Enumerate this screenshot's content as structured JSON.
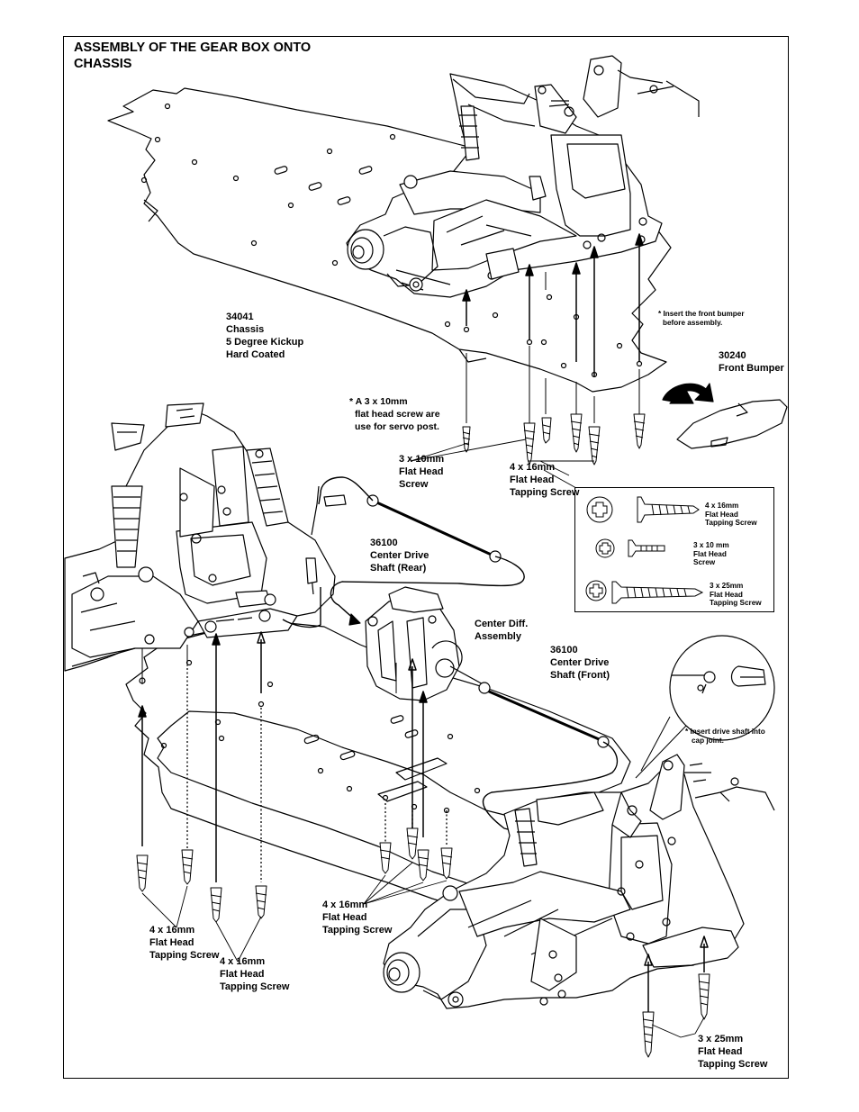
{
  "title": {
    "line1": "ASSEMBLY OF THE GEAR BOX ONTO",
    "line2": "CHASSIS"
  },
  "labels": {
    "chassis": {
      "part_no": "34041",
      "name": "Chassis",
      "spec1": "5 Degree Kickup",
      "spec2": "Hard Coated"
    },
    "front_bumper": {
      "part_no": "30240",
      "name": "Front Bumper"
    },
    "front_bumper_note": {
      "line1": "* Insert the front bumper",
      "line2": "before assembly."
    },
    "servo_note": {
      "line1": "* A 3 x 10mm",
      "line2": "flat head screw are",
      "line3": "use for servo post."
    },
    "screw_3x10": {
      "line1": "3 x 10mm",
      "line2": "Flat  Head",
      "line3": "Screw"
    },
    "screw_4x16_top": {
      "line1": "4 x 16mm",
      "line2": "Flat Head",
      "line3": "Tapping Screw"
    },
    "center_drive_rear": {
      "part_no": "36100",
      "line1": "Center Drive",
      "line2": "Shaft (Rear)"
    },
    "center_diff": {
      "line1": "Center Diff.",
      "line2": "Assembly"
    },
    "center_drive_front": {
      "part_no": "36100",
      "line1": "Center Drive",
      "line2": "Shaft (Front)"
    },
    "drive_shaft_note": {
      "line1": "* Insert drive shaft into",
      "line2": "cap joint."
    },
    "screw_4x16_left": {
      "line1": "4 x 16mm",
      "line2": "Flat Head",
      "line3": "Tapping Screw"
    },
    "screw_4x16_mid": {
      "line1": "4 x 16mm",
      "line2": "Flat Head",
      "line3": "Tapping Screw"
    },
    "screw_4x16_center": {
      "line1": "4 x 16mm",
      "line2": "Flat Head",
      "line3": "Tapping Screw"
    },
    "screw_3x25": {
      "line1": "3 x 25mm",
      "line2": "Flat Head",
      "line3": "Tapping Screw"
    }
  },
  "legend": {
    "items": [
      {
        "line1": "4 x 16mm",
        "line2": "Flat Head",
        "line3": "Tapping Screw"
      },
      {
        "line1": "3 x 10 mm",
        "line2": "Flat Head",
        "line3": "Screw"
      },
      {
        "line1": "3 x 25mm",
        "line2": "Flat Head",
        "line3": "Tapping Screw"
      }
    ]
  }
}
